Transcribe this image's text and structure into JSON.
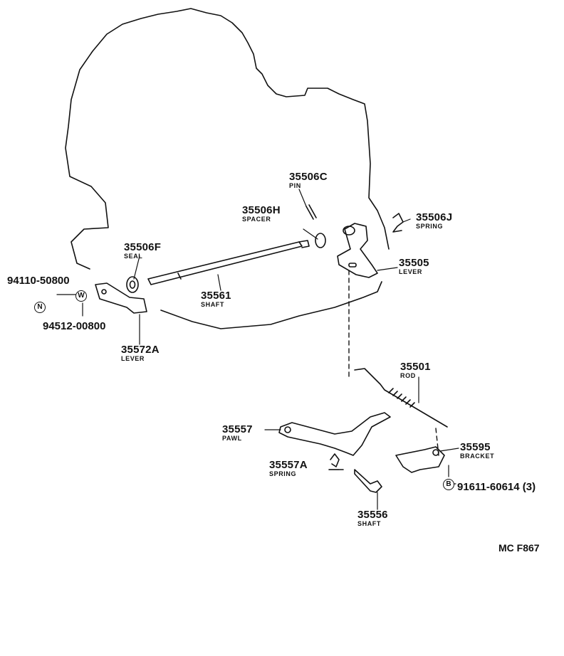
{
  "parts": {
    "p35506C": {
      "number": "35506C",
      "name": "PIN"
    },
    "p35506H": {
      "number": "35506H",
      "name": "SPACER"
    },
    "p35506J": {
      "number": "35506J",
      "name": "SPRING"
    },
    "p35505": {
      "number": "35505",
      "name": "LEVER"
    },
    "p35506F": {
      "number": "35506F",
      "name": "SEAL"
    },
    "p35561": {
      "number": "35561",
      "name": "SHAFT"
    },
    "p35572A": {
      "number": "35572A",
      "name": "LEVER"
    },
    "p35501": {
      "number": "35501",
      "name": "ROD"
    },
    "p35557": {
      "number": "35557",
      "name": "PAWL"
    },
    "p35595": {
      "number": "35595",
      "name": "BRACKET"
    },
    "p35557A": {
      "number": "35557A",
      "name": "SPRING"
    },
    "p35556": {
      "number": "35556",
      "name": "SHAFT"
    }
  },
  "fasteners": {
    "nut": {
      "code": "94110-50800",
      "symbol": "N"
    },
    "washer": {
      "code": "94512-00800",
      "symbol": "W"
    },
    "bolt": {
      "code": "91611-60614 (3)",
      "symbol": "B"
    }
  },
  "figure_code": "MC F867"
}
